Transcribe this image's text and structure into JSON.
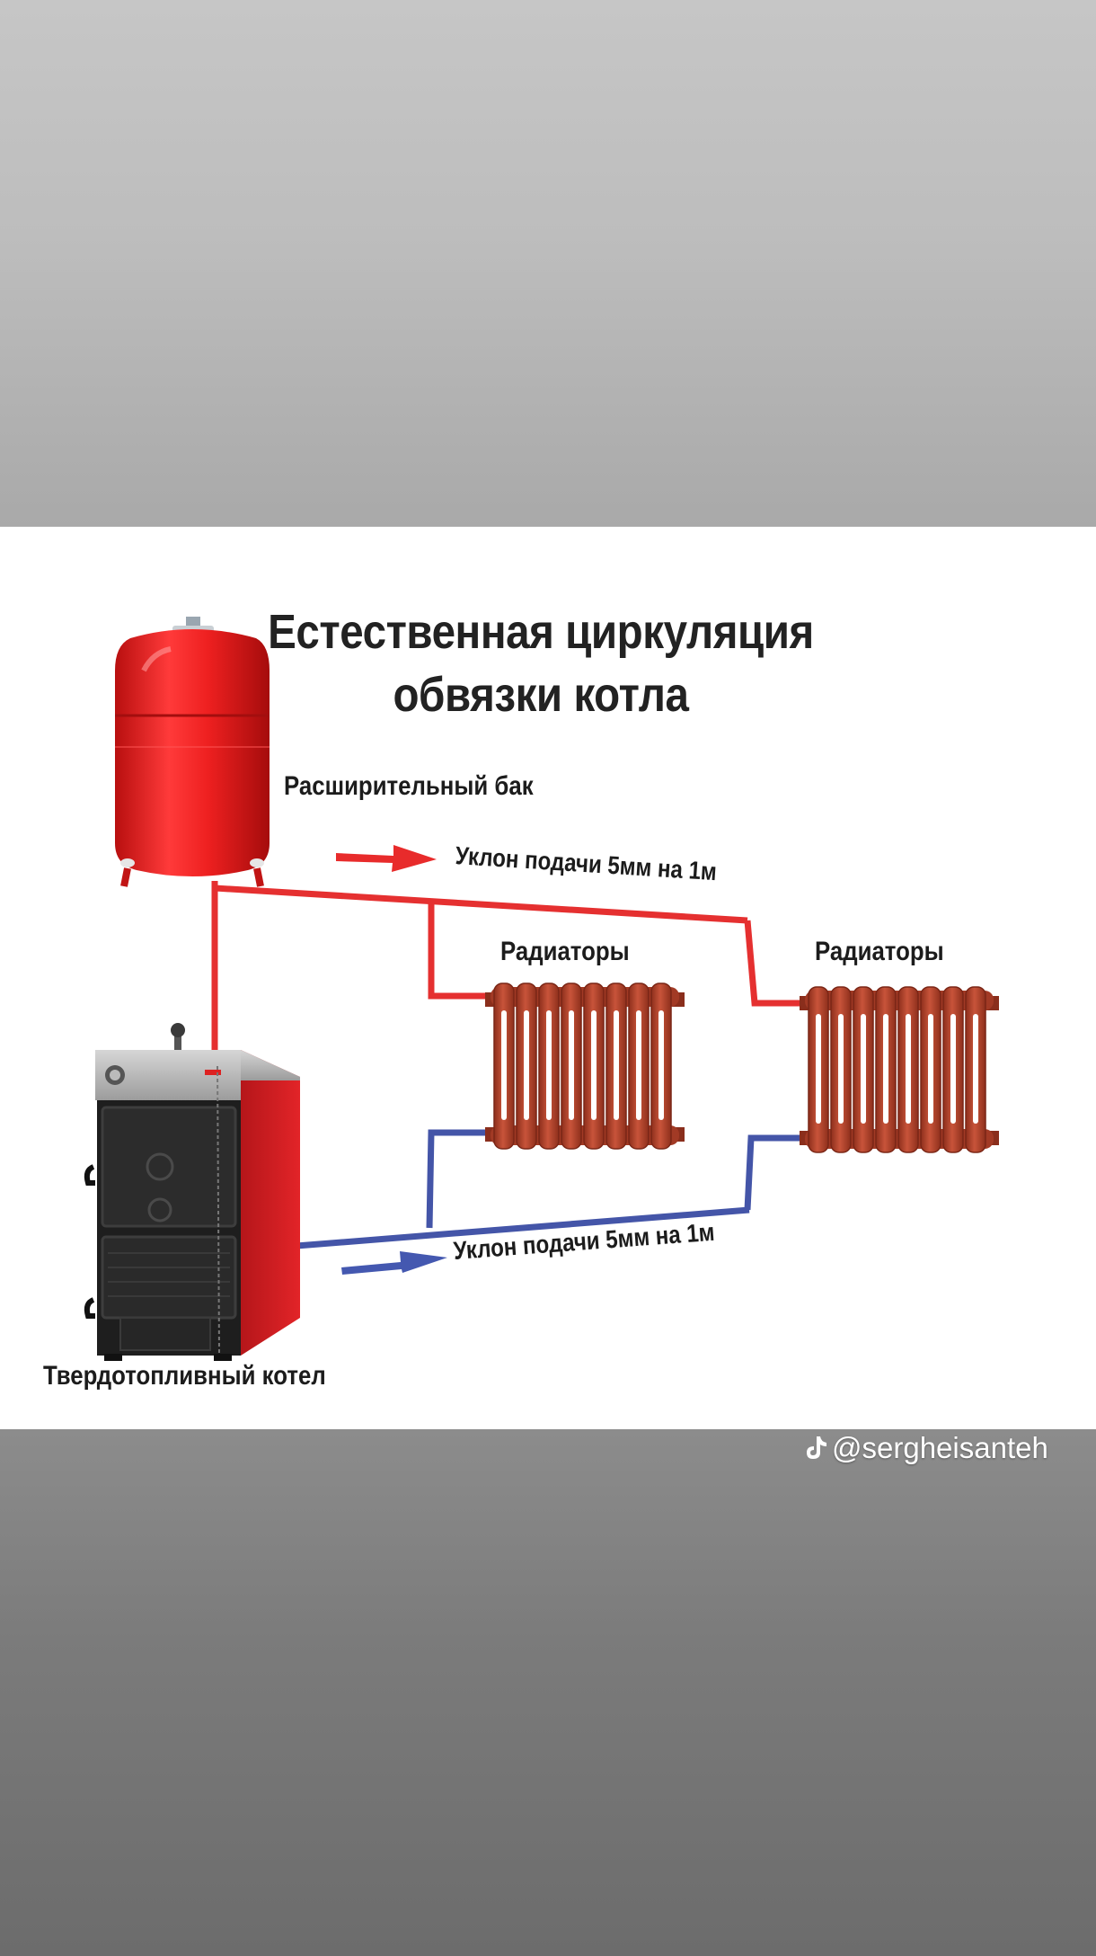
{
  "diagram": {
    "title_line1": "Естественная циркуляция",
    "title_line2": "обвязки котла",
    "expansion_tank_label": "Расширительный бак",
    "supply_slope_label": "Уклон подачи 5мм на 1м",
    "return_slope_label": "Уклон подачи 5мм на 1м",
    "radiators_label_1": "Радиаторы",
    "radiators_label_2": "Радиаторы",
    "boiler_label": "Твердотопливный котел"
  },
  "watermark": {
    "icon": "tiktok-icon",
    "handle": "@sergheisanteh"
  },
  "colors": {
    "supply_pipe": "#e53030",
    "return_pipe": "#4455a8",
    "radiator": "#b2442c",
    "tank": "#e51c1c",
    "boiler_side": "#d41f1f",
    "boiler_front": "#1e1e1e"
  }
}
